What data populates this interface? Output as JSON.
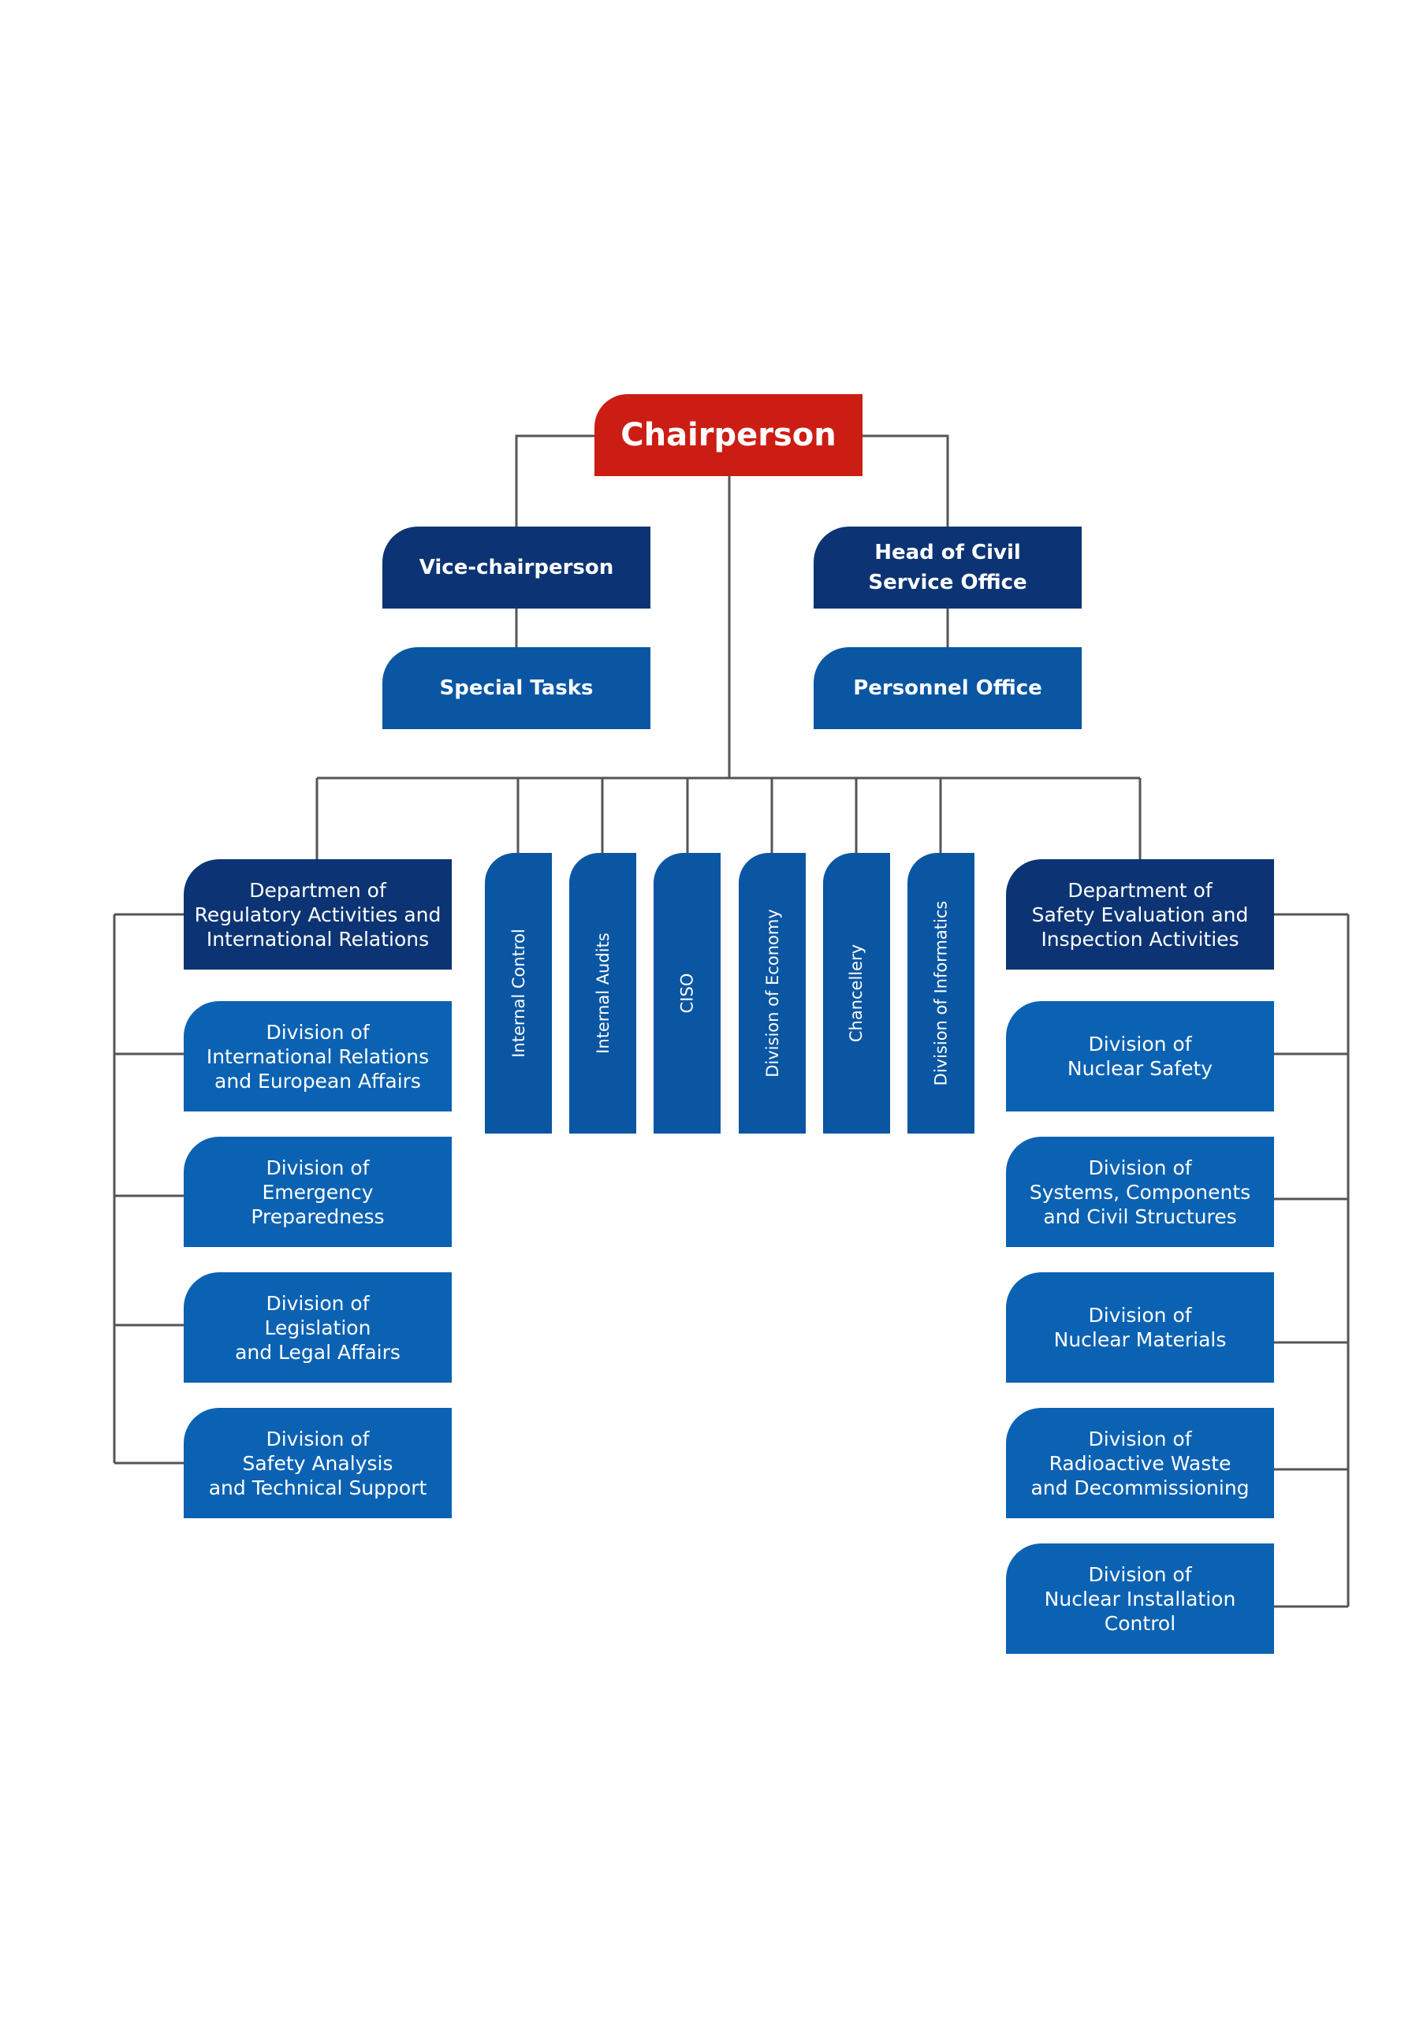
{
  "chairperson": "Chairperson",
  "vice_chairperson": "Vice-chairperson",
  "head_civil_service": "Head of Civil\nService Office",
  "special_tasks": "Special Tasks",
  "personnel_office": "Personnel Office",
  "left_department": {
    "title": "Departmen of\nRegulatory Activities and\nInternational Relations",
    "divisions": [
      "Division of\nInternational Relations\nand European Affairs",
      "Division of\nEmergency\nPreparedness",
      "Division of\nLegislation\nand Legal Affairs",
      "Division of\nSafety Analysis\nand Technical Support"
    ]
  },
  "right_department": {
    "title": "Department of\nSafety Evaluation and\nInspection Activities",
    "divisions": [
      "Division of\nNuclear Safety",
      "Division of\nSystems, Components\nand Civil Structures",
      "Division of\nNuclear Materials",
      "Division of\nRadioactive Waste\nand Decommissioning",
      "Division of\nNuclear Installation\nControl"
    ]
  },
  "units": [
    "Internal Control",
    "Internal Audits",
    "CISO",
    "Division of Economy",
    "Chancellery",
    "Division of Informatics"
  ],
  "colors": {
    "chair": "#cc1d14",
    "department": "#0c3474",
    "unit": "#0a56a3",
    "division": "#0b62b3",
    "connector": "#555555"
  }
}
